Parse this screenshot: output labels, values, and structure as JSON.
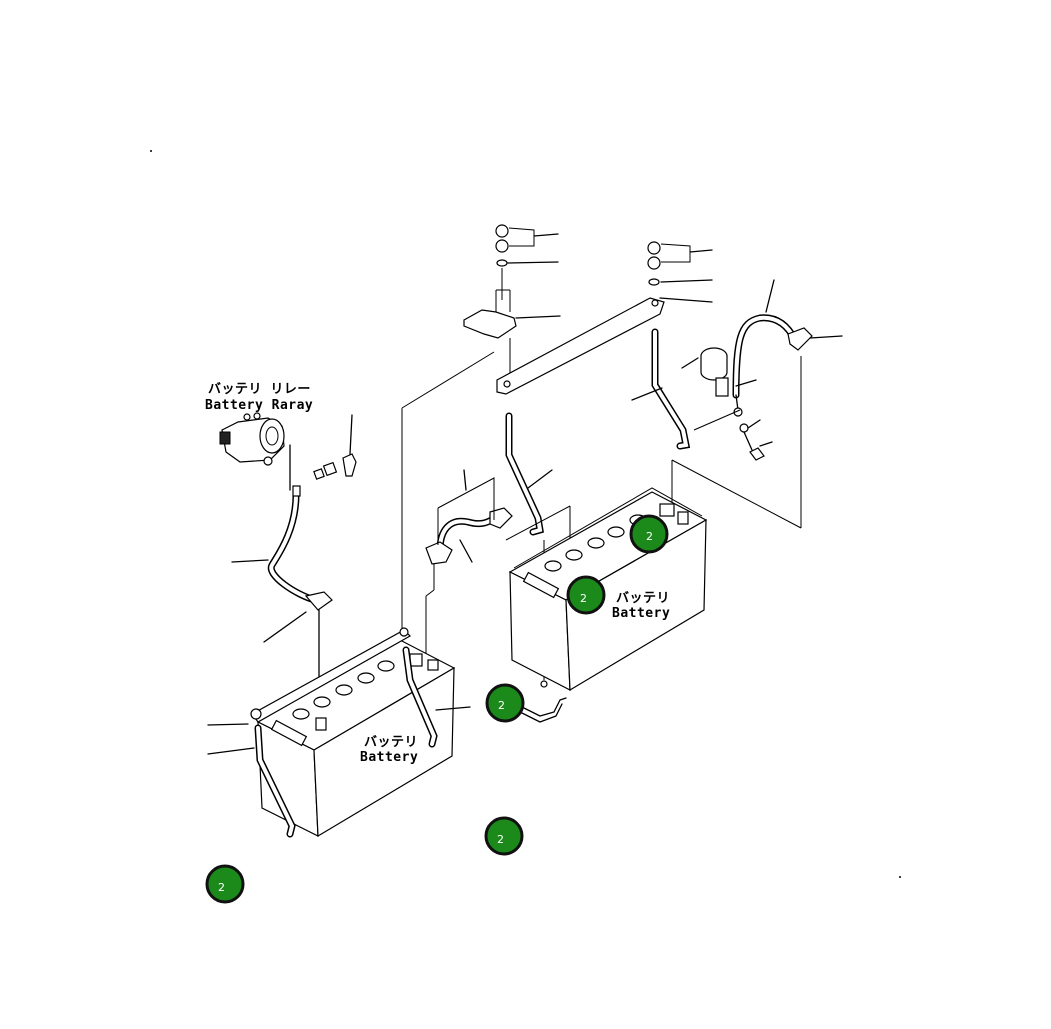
{
  "labels": {
    "relay_jp": "バッテリ リレー",
    "relay_en": "Battery Raray",
    "battery_right_jp": "バッテリ",
    "battery_right_en": "Battery",
    "battery_left_jp": "バッテリ",
    "battery_left_en": "Battery"
  },
  "markers": [
    {
      "id": "marker-1",
      "text": "2"
    },
    {
      "id": "marker-2",
      "text": "2"
    },
    {
      "id": "marker-3",
      "text": "2"
    },
    {
      "id": "marker-4",
      "text": "2"
    },
    {
      "id": "marker-5",
      "text": "2"
    }
  ],
  "colors": {
    "marker_fill": "#1b8a1b",
    "line": "#000000",
    "background": "#ffffff"
  }
}
